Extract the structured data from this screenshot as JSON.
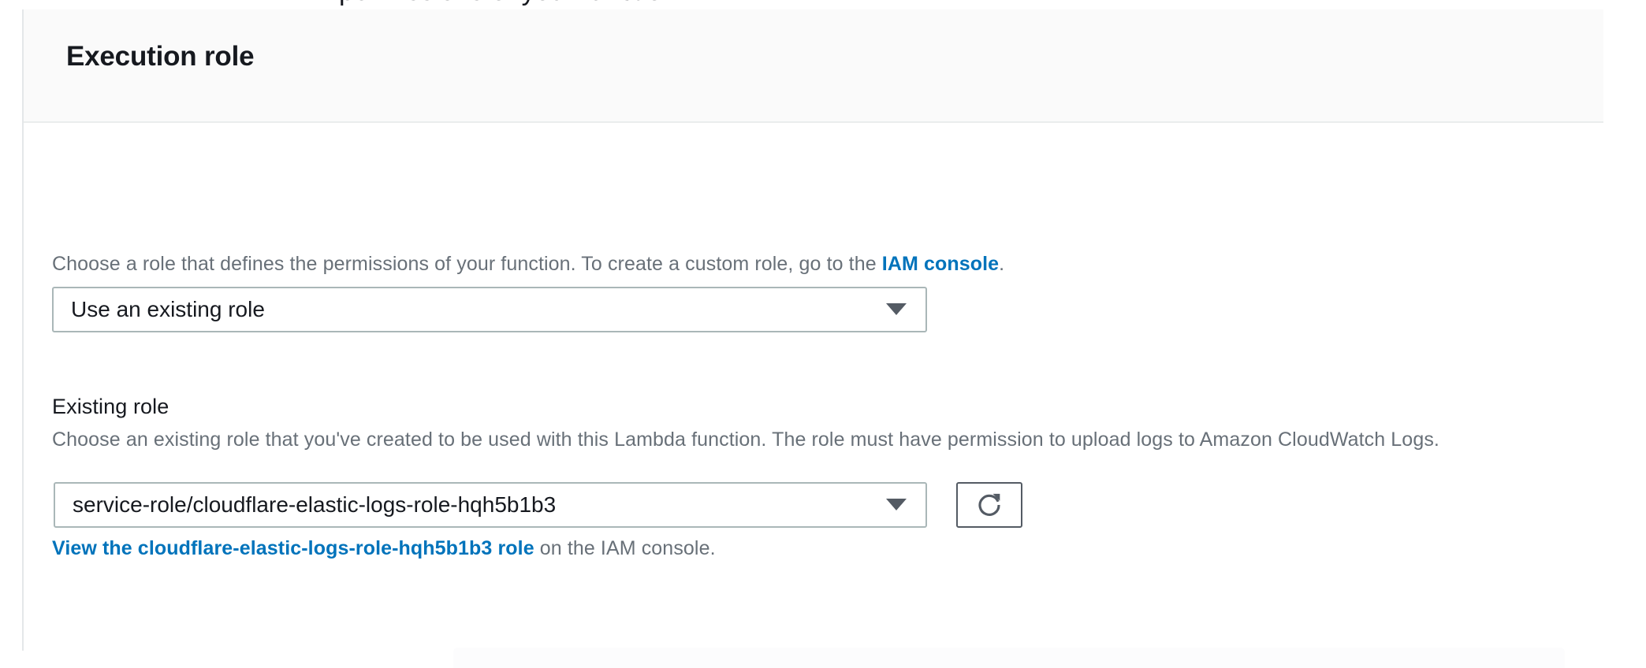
{
  "page": {
    "cutoff_text_above": "permissions of your function"
  },
  "card": {
    "title": "Execution role",
    "role_description": {
      "before_link": "Choose a role that defines the permissions of your function. To create a custom role, go to the ",
      "link_label": "IAM console",
      "after_link": "."
    },
    "role_select": {
      "name": "execution-role-select",
      "value": "Use an existing role",
      "options": [
        "Use an existing role"
      ],
      "arrow_icon": "chevron-down-icon"
    },
    "existing_role": {
      "label": "Existing role",
      "description": "Choose an existing role that you've created to be used with this Lambda function. The role must have permission to upload logs to Amazon CloudWatch Logs.",
      "select": {
        "name": "existing-role-select",
        "value": "service-role/cloudflare-elastic-logs-role-hqh5b1b3",
        "options": [
          "service-role/cloudflare-elastic-logs-role-hqh5b1b3"
        ],
        "arrow_icon": "chevron-down-icon"
      },
      "refresh_button": {
        "icon": "refresh-icon",
        "title": "Refresh"
      },
      "view_role_line": {
        "link_label": "View the cloudflare-elastic-logs-role-hqh5b1b3 role",
        "suffix": " on the IAM console."
      }
    }
  },
  "colors": {
    "link": "#0073bb",
    "text_primary": "#16191f",
    "text_secondary": "#687078",
    "header_bg": "#fafafa",
    "border": "#aab7b8",
    "button_border": "#545b64"
  }
}
